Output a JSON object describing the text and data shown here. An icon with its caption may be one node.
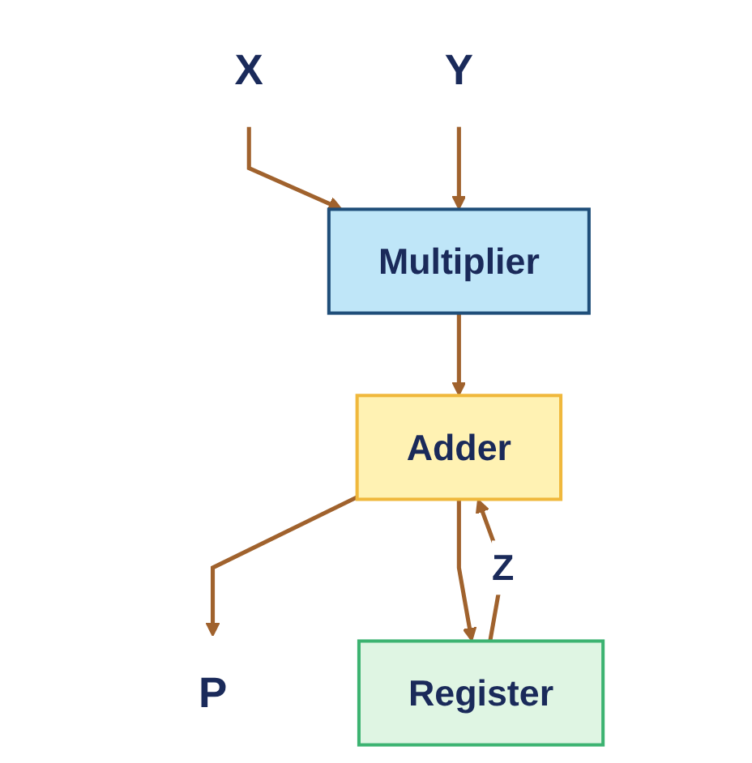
{
  "diagram": {
    "nodes": [
      {
        "text": [
          "X"
        ]
      },
      {
        "text": [
          "Y"
        ]
      },
      {
        "text": [
          "Multiplier"
        ]
      },
      {
        "text": [
          "Adder"
        ]
      },
      {
        "text": [
          "Register"
        ]
      },
      {
        "text": [
          "P"
        ]
      }
    ],
    "edges": [
      {
        "from": 0,
        "to": 2,
        "arrow": "to"
      },
      {
        "from": 1,
        "to": 2,
        "arrow": "to"
      },
      {
        "from": 2,
        "to": 3,
        "arrow": "to"
      },
      {
        "from": 4,
        "to": 3,
        "arrow": "to",
        "label": "Z"
      },
      {
        "from": 3,
        "to": 5,
        "arrow": "to"
      },
      {
        "from": 3,
        "to": 4,
        "arrow": "to"
      }
    ]
  }
}
